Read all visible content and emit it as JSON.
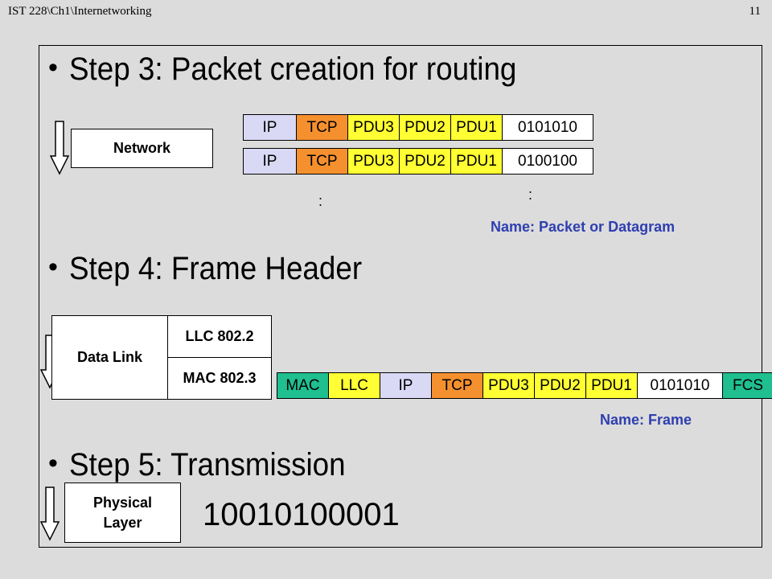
{
  "header": {
    "left": "IST 228\\Ch1\\Internetworking",
    "page": "11"
  },
  "steps": [
    {
      "bullet": "•",
      "label": "Step 3: Packet creation  for routing"
    },
    {
      "bullet": "•",
      "label": "Step 4: Frame Header"
    },
    {
      "bullet": "•",
      "label": "Step 5: Transmission"
    }
  ],
  "network": {
    "layer_label": "Network",
    "packet1": [
      "IP",
      "TCP",
      "PDU3",
      "PDU2",
      "PDU1",
      "0101010"
    ],
    "packet2": [
      "IP",
      "TCP",
      "PDU3",
      "PDU2",
      "PDU1",
      "0100100"
    ],
    "ellipsis_left": ":",
    "ellipsis_right": ":",
    "name": "Name: Packet or Datagram"
  },
  "datalink": {
    "layer_label": "Data Link",
    "llc": "LLC 802.2",
    "mac": "MAC 802.3",
    "frame": [
      "MAC",
      "LLC",
      "IP",
      "TCP",
      "PDU3",
      "PDU2",
      "PDU1",
      "0101010",
      "FCS"
    ],
    "name": "Name: Frame"
  },
  "physical": {
    "layer_label_line1": "Physical",
    "layer_label_line2": "Layer",
    "bits": "10010100001"
  },
  "colors": {
    "ip": "#d9d9f5",
    "tcp": "#f5902f",
    "pdu": "#ffff33",
    "data": "#ffffff",
    "mac": "#1fbf8f",
    "name_text": "#2f3fb0",
    "background": "#dcdcdc"
  },
  "icons": [
    "down-arrow-icon"
  ]
}
